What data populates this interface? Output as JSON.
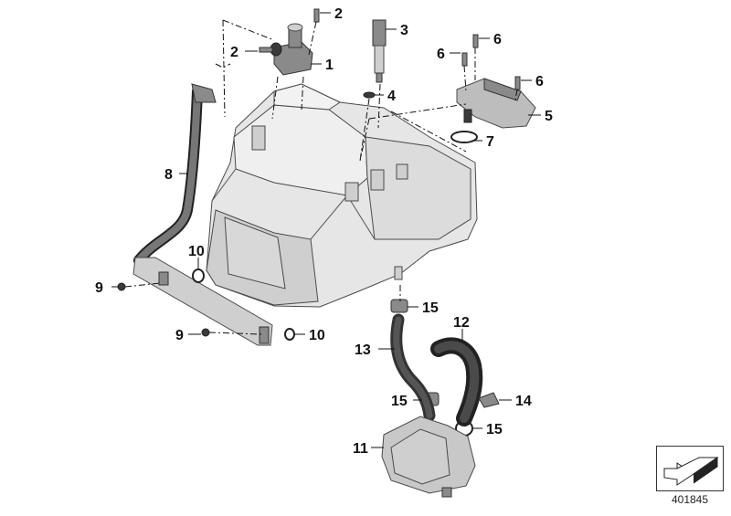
{
  "diagram": {
    "reference_number": "401845",
    "callouts": [
      "1",
      "2",
      "2",
      "3",
      "4",
      "5",
      "6",
      "6",
      "6",
      "7",
      "8",
      "9",
      "9",
      "10",
      "10",
      "11",
      "12",
      "13",
      "14",
      "15",
      "15",
      "15"
    ]
  },
  "colors": {
    "line": "#111111",
    "part_fill": "#e6e6e6",
    "hose": "#3a3a3a"
  }
}
